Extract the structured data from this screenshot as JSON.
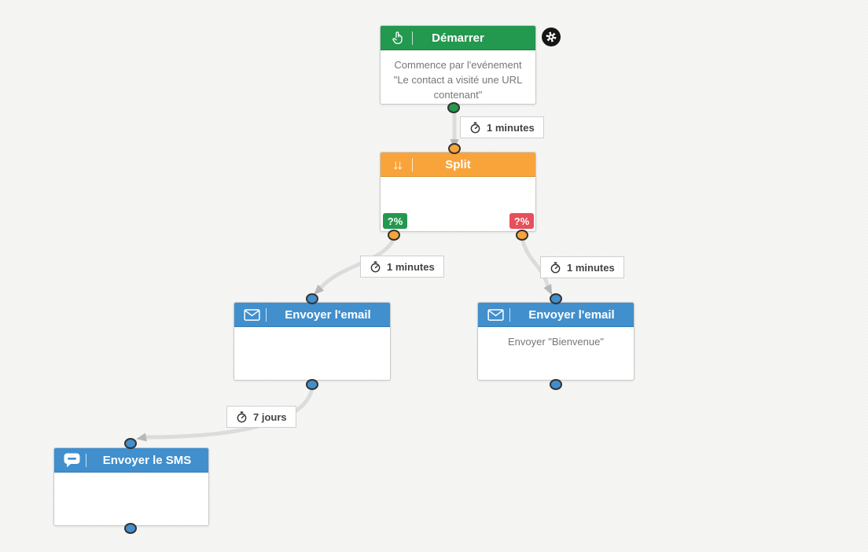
{
  "app": {
    "name": "automation-workflow-canvas"
  },
  "colors": {
    "canvas-bg": "#f6f6f4",
    "green": "#23984f",
    "orange": "#f9a43b",
    "blue": "#418fcd",
    "red": "#e74f5a",
    "node-border": "#c9c9c9",
    "body-text": "#777777",
    "connector": "#dcdcdc",
    "arrow": "#b8b8b8",
    "label-text": "#444444"
  },
  "nodes": {
    "start": {
      "title": "Démarrer",
      "body": "Commence par l'evénement \"Le contact a visité une URL contenant\"",
      "icon": "hand-pointer-icon"
    },
    "split": {
      "title": "Split",
      "icon": "double-down-arrows-icon",
      "icon_glyph": "↓↓",
      "badge_left": "?%",
      "badge_right": "?%"
    },
    "email_left": {
      "title": "Envoyer l'email",
      "body": "",
      "icon": "envelope-icon"
    },
    "email_right": {
      "title": "Envoyer l'email",
      "body": "Envoyer \"Bienvenue\"",
      "icon": "envelope-icon"
    },
    "sms": {
      "title": "Envoyer le SMS",
      "body": "",
      "icon": "speech-bubble-icon"
    }
  },
  "timers": [
    {
      "text": "1 minutes"
    },
    {
      "text": "1 minutes"
    },
    {
      "text": "1 minutes"
    },
    {
      "text": "7 jours"
    }
  ],
  "settings_button": {
    "icon": "gear-icon"
  }
}
